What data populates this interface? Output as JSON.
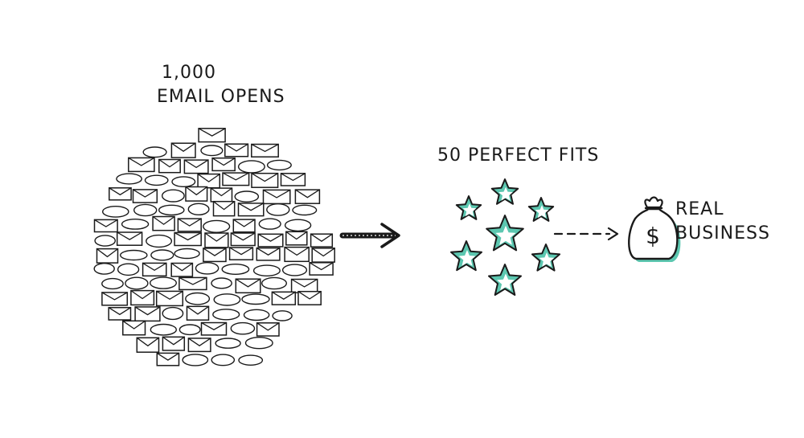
{
  "left_cluster": {
    "count_label": "1,000",
    "caption": "EMAIL OPENS",
    "icon": "envelope-icon"
  },
  "middle_cluster": {
    "caption": "50 PERFECT FITS",
    "icon": "star-icon"
  },
  "right_result": {
    "line1": "REAL",
    "line2": "BUSINESS",
    "icon": "money-bag-icon",
    "symbol": "$"
  },
  "colors": {
    "ink": "#1a1a1a",
    "accent": "#5cc7b0"
  }
}
